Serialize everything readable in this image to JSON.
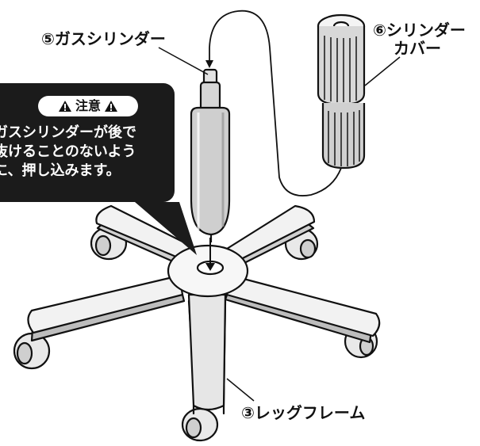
{
  "labels": {
    "gas_cylinder": "⑤ガスシリンダー",
    "cylinder_cover_line1": "⑥シリンダー",
    "cylinder_cover_line2": "カバー",
    "leg_frame": "③レッグフレーム"
  },
  "caution": {
    "title": "注意",
    "lines": [
      "ガスシリンダーが後で",
      "抜けることのないよう",
      "に、押し込みます。"
    ]
  },
  "colors": {
    "outline": "#111111",
    "callout_bg": "#1b1b1b",
    "part_fill_light": "#f2f2f2",
    "part_fill_mid": "#d9d9d9",
    "part_fill_dark": "#a8a8a8"
  }
}
